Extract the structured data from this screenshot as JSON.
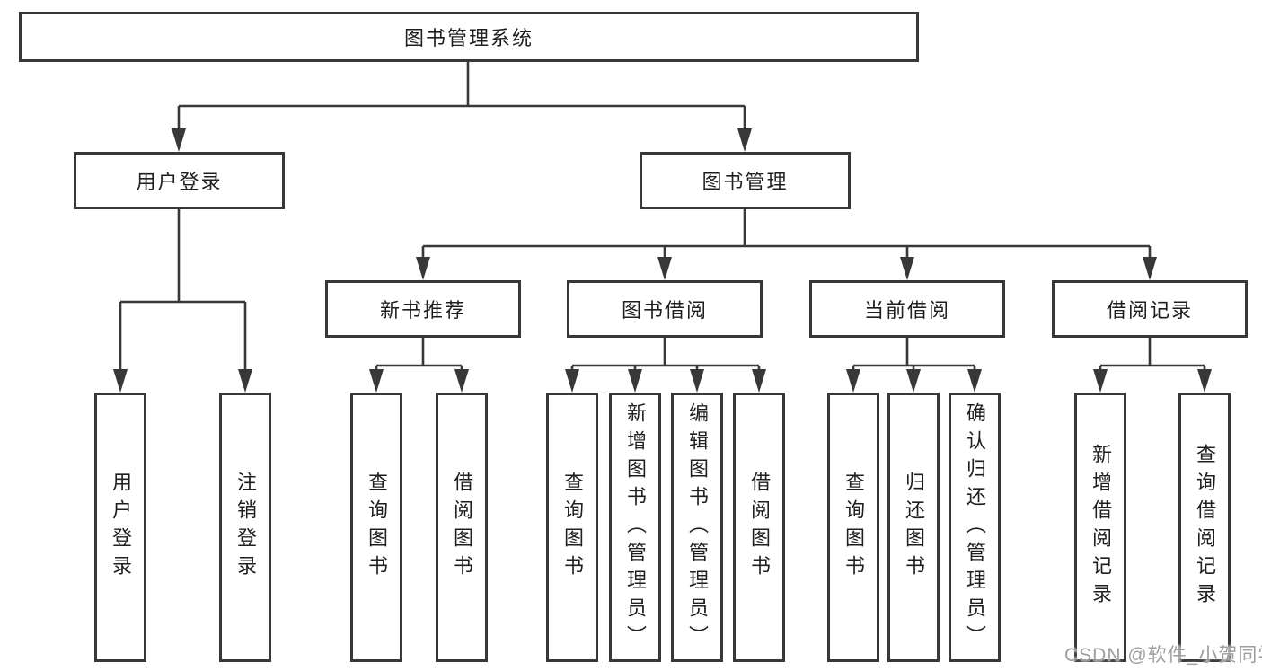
{
  "root": {
    "label": "图书管理系统"
  },
  "level2": [
    {
      "label": "用户登录"
    },
    {
      "label": "图书管理"
    }
  ],
  "level3": [
    {
      "label": "新书推荐"
    },
    {
      "label": "图书借阅"
    },
    {
      "label": "当前借阅"
    },
    {
      "label": "借阅记录"
    }
  ],
  "leaves": [
    {
      "label": "用户登录"
    },
    {
      "label": "注销登录"
    },
    {
      "label": "查询图书"
    },
    {
      "label": "借阅图书"
    },
    {
      "label": "查询图书"
    },
    {
      "label": "新增图书（管理员）"
    },
    {
      "label": "编辑图书（管理员）"
    },
    {
      "label": "借阅图书"
    },
    {
      "label": "查询图书"
    },
    {
      "label": "归还图书"
    },
    {
      "label": "确认归还（管理员）"
    },
    {
      "label": "新增借阅记录"
    },
    {
      "label": "查询借阅记录"
    }
  ],
  "watermark": "CSDN @软件_小贺同学",
  "colors": {
    "line": "#383838",
    "border": "#383838",
    "text": "#1f1f1f",
    "watermark": "#9e9e9e",
    "background": "#ffffff"
  }
}
